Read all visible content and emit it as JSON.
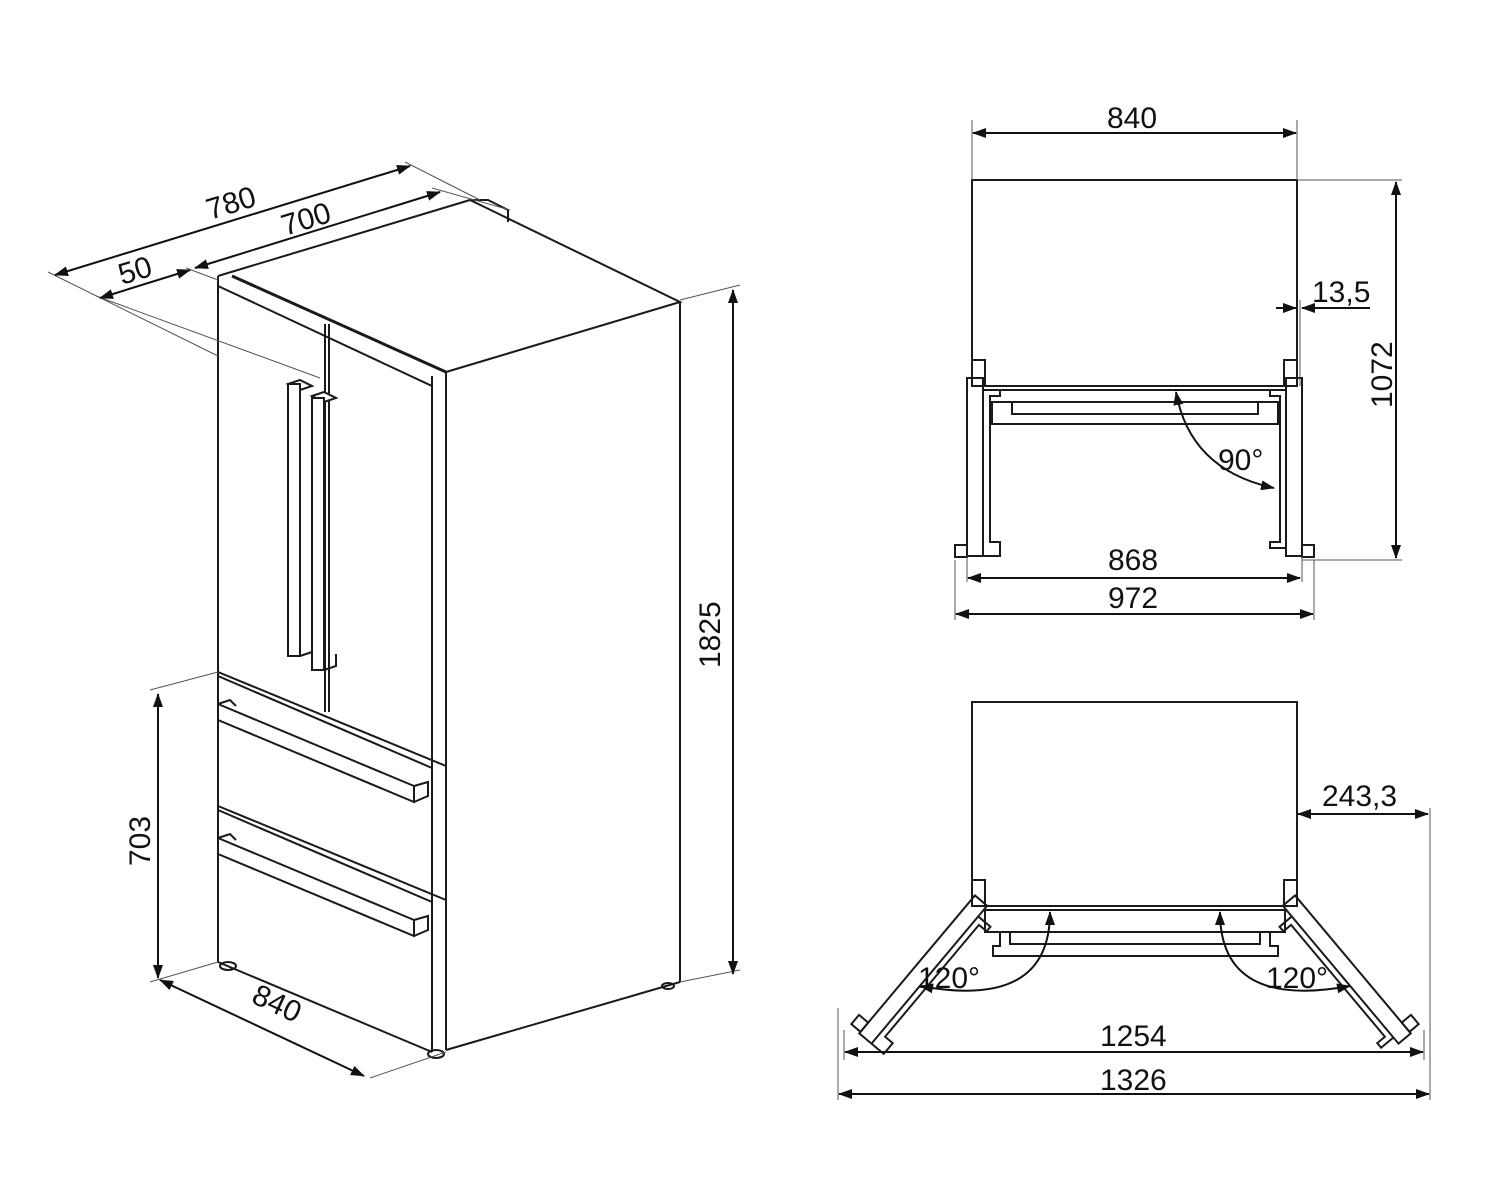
{
  "diagram": {
    "subject": "French-door refrigerator dimension drawing",
    "units": "mm",
    "iso_view": {
      "depth_total": "780",
      "depth_body": "700",
      "door_depth": "50",
      "height": "1825",
      "drawer_height": "703",
      "width": "840"
    },
    "top_view_90": {
      "width": "840",
      "hinge_offset": "13,5",
      "depth_open": "1072",
      "angle": "90°",
      "inner_width": "868",
      "outer_width": "972"
    },
    "top_view_120": {
      "side_clearance": "243,3",
      "angle_left": "120°",
      "angle_right": "120°",
      "inner_width": "1254",
      "outer_width": "1326"
    }
  }
}
